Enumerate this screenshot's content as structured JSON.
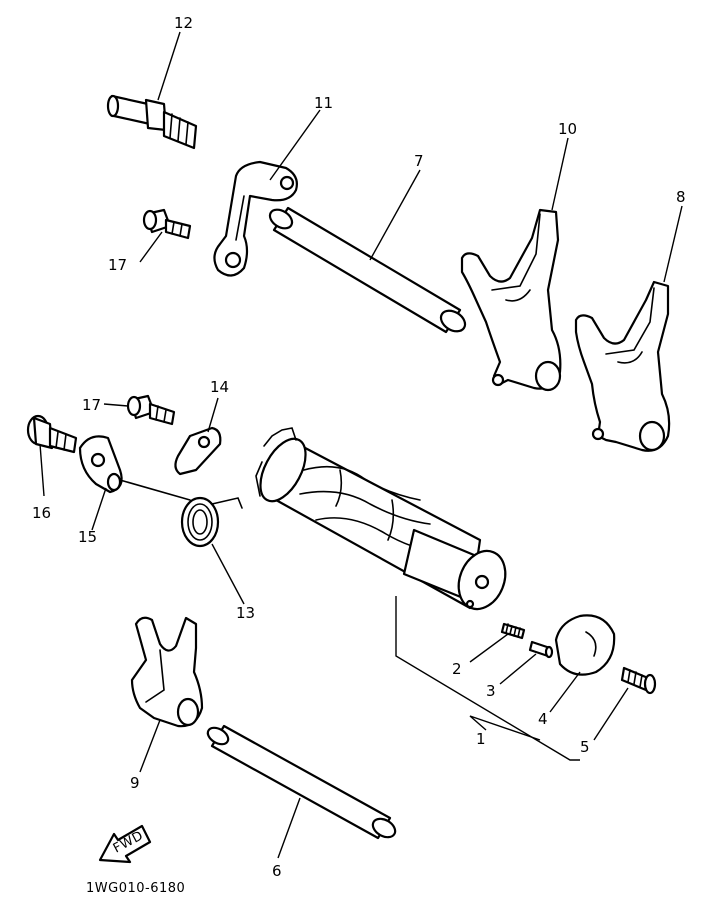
{
  "labels": {
    "p1": "1",
    "p2": "2",
    "p3": "3",
    "p4": "4",
    "p5": "5",
    "p6": "6",
    "p7": "7",
    "p8": "8",
    "p9": "9",
    "p10": "10",
    "p11": "11",
    "p12": "12",
    "p13": "13",
    "p14": "14",
    "p15": "15",
    "p16": "16",
    "p17a": "17",
    "p17b": "17"
  },
  "fwd_arrow_text": "FWD",
  "diagram_code": "1WG010-6180"
}
